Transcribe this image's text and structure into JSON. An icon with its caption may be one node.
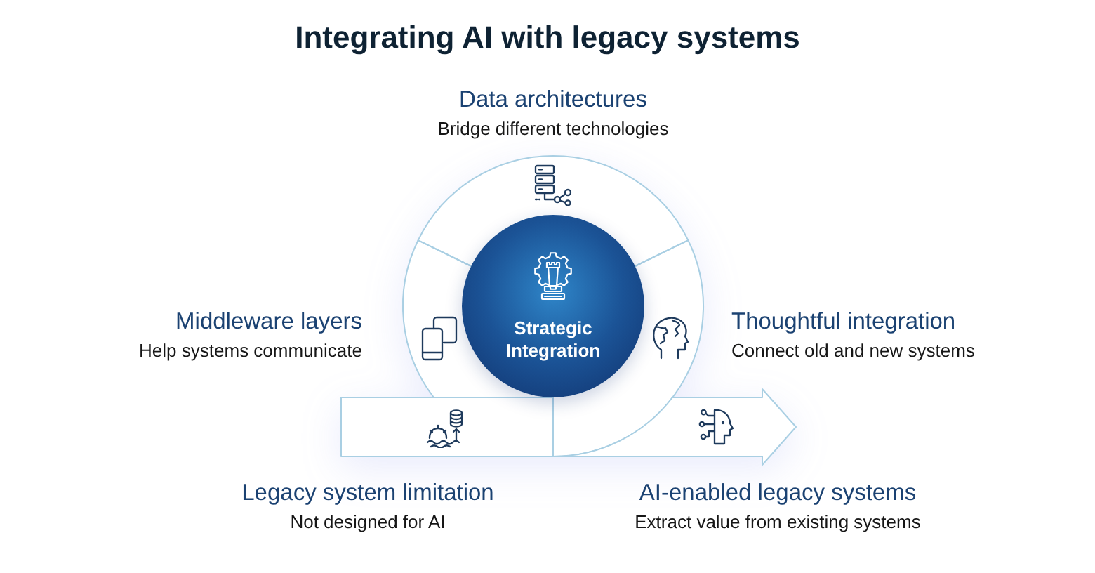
{
  "diagram": {
    "title": "Integrating AI with legacy systems",
    "nodes": [
      {
        "text": [],
        "shape": "arc",
        "beside": [
          "Data architectures",
          "Bridge different technologies"
        ]
      },
      {
        "text": [],
        "shape": "arc",
        "beside": [
          "Middleware layers",
          "Help systems communicate"
        ]
      },
      {
        "text": [
          "Strategic Integration"
        ]
      },
      {
        "text": [],
        "shape": "arc",
        "beside": [
          "Thoughtful integration",
          "Connect old and new systems"
        ]
      },
      {
        "text": [],
        "shape": "bar",
        "beside": [
          "Legacy system limitation",
          "Not designed for AI"
        ]
      },
      {
        "text": [],
        "shape": "arrow",
        "beside": [
          "AI-enabled legacy systems",
          "Extract value from existing systems"
        ]
      }
    ]
  }
}
